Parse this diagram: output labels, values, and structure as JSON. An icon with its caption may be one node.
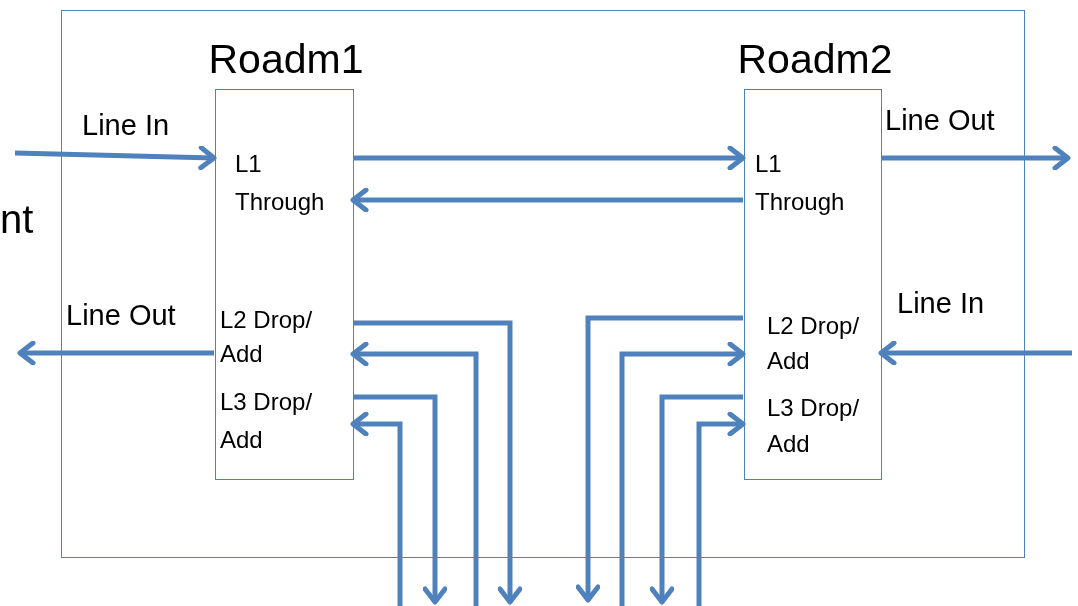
{
  "diagram": {
    "nodes": [
      {
        "text": [],
        "shape": "box"
      },
      {
        "text": [
          "Roadm1",
          "L1 Through",
          "L2 Drop/ Add",
          "L3 Drop/ Add"
        ],
        "in": 0
      },
      {
        "text": [
          "Roadm2",
          "L1 Through",
          "L2 Drop/ Add",
          "L3 Drop/ Add"
        ],
        "in": 0
      }
    ],
    "edges": [
      {
        "from": null,
        "to": 1,
        "arrow": "to",
        "label": "Line In"
      },
      {
        "from": 1,
        "to": 2,
        "arrow": "to"
      },
      {
        "from": 2,
        "to": 1,
        "arrow": "to"
      },
      {
        "from": 2,
        "to": null,
        "arrow": "to",
        "label": "Line Out"
      },
      {
        "from": 1,
        "to": null,
        "arrow": "to",
        "label": "Line Out"
      },
      {
        "from": null,
        "to": 2,
        "arrow": "to",
        "label": "Line In"
      },
      {
        "from": 1,
        "to": null,
        "arrow": "to"
      },
      {
        "from": null,
        "to": 1,
        "arrow": "to"
      },
      {
        "from": 1,
        "to": null,
        "arrow": "to"
      },
      {
        "from": null,
        "to": 1,
        "arrow": "to"
      },
      {
        "from": 2,
        "to": null,
        "arrow": "to"
      },
      {
        "from": null,
        "to": 2,
        "arrow": "to"
      },
      {
        "from": 2,
        "to": null,
        "arrow": "to"
      },
      {
        "from": null,
        "to": 2,
        "arrow": "to"
      }
    ],
    "labels": [
      "nt"
    ]
  }
}
